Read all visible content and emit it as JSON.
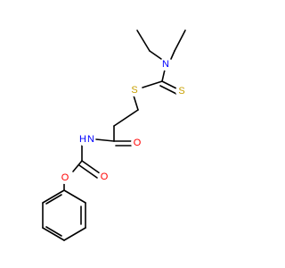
{
  "molecule": {
    "atoms": {
      "n_amine": {
        "symbol": "N",
        "color": "#0000ff"
      },
      "s_thione": {
        "symbol": "S",
        "color": "#c8a000"
      },
      "s_thioether": {
        "symbol": "S",
        "color": "#c8a000"
      },
      "o_amide": {
        "symbol": "O",
        "color": "#ff0000"
      },
      "n_amide": {
        "symbol": "N",
        "color": "#0000ff"
      },
      "h_amide": {
        "symbol": "H",
        "color": "#0000ff"
      },
      "o_carbonyl": {
        "symbol": "O",
        "color": "#ff0000"
      },
      "o_ester": {
        "symbol": "O",
        "color": "#ff0000"
      }
    },
    "bond_color": "#000000",
    "background": "#ffffff"
  }
}
